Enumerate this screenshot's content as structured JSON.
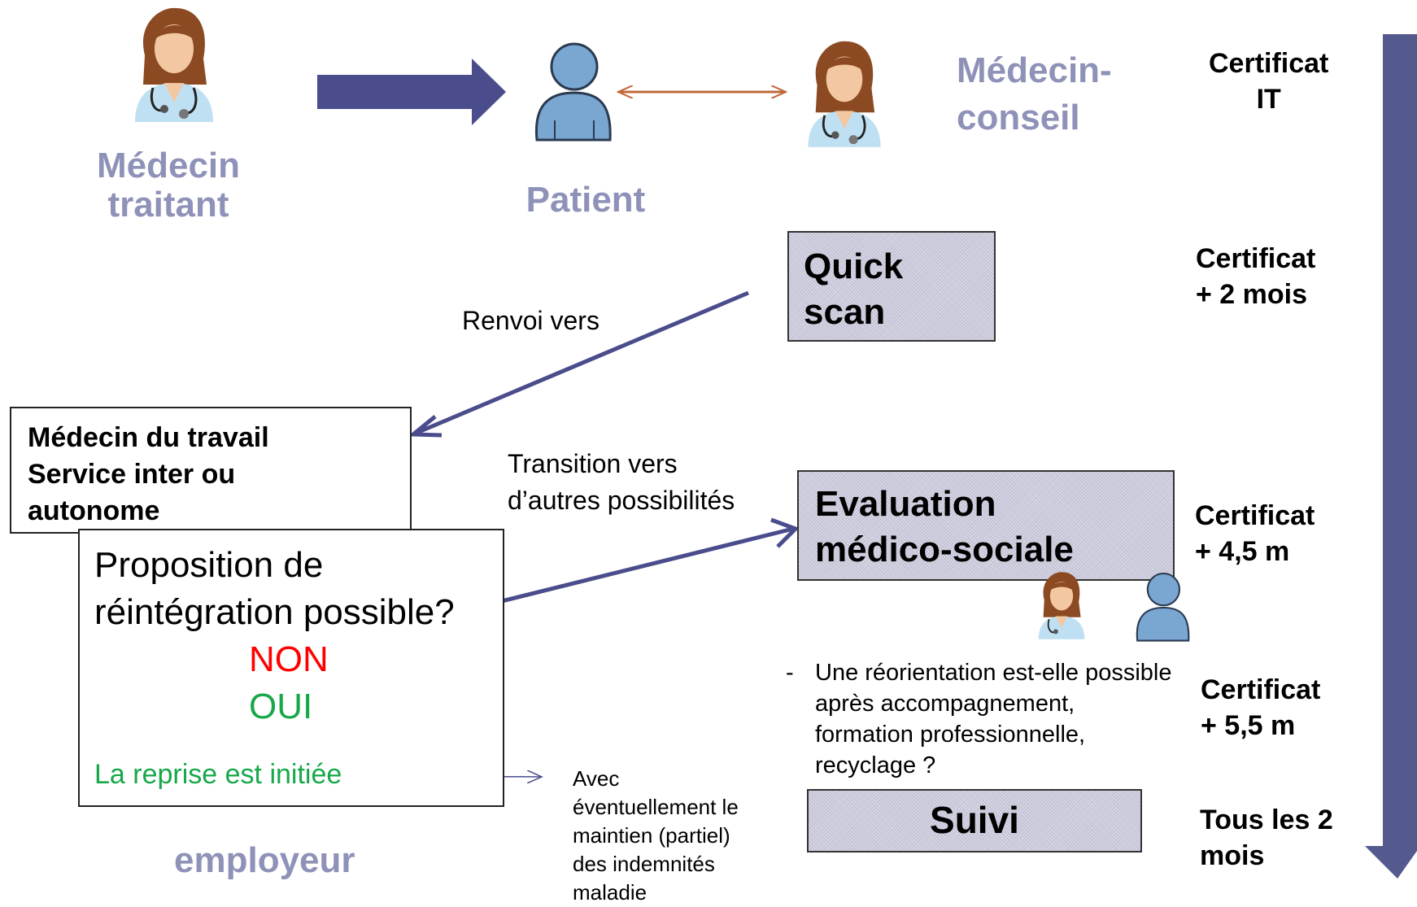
{
  "actors": {
    "medecin_traitant": {
      "line1": "Médecin",
      "line2": "traitant"
    },
    "patient": "Patient",
    "medecin_conseil": {
      "line1": "Médecin-",
      "line2": "conseil"
    },
    "employeur": "employeur"
  },
  "timeline": {
    "certificat_it": {
      "line1": "Certificat",
      "line2": "IT"
    },
    "certificat_2m": {
      "line1": "Certificat",
      "line2": "+ 2 mois"
    },
    "certificat_45m": {
      "line1": "Certificat",
      "line2": "+ 4,5 m"
    },
    "certificat_55m": {
      "line1": "Certificat",
      "line2": "+ 5,5 m"
    },
    "tous_les_2": {
      "line1": "Tous les 2",
      "line2": "mois"
    }
  },
  "boxes": {
    "quick_scan": {
      "line1": "Quick",
      "line2": "scan"
    },
    "evaluation": {
      "line1": "Evaluation",
      "line2": "médico-sociale"
    },
    "suivi": "Suivi",
    "medecin_travail": {
      "line1": "Médecin du travail",
      "line2": "Service inter ou",
      "line3": "autonome"
    },
    "proposition": {
      "line1": "Proposition de",
      "line2": "réintégration possible?",
      "non": "NON",
      "oui": "OUI",
      "reprise": "La reprise est initiée"
    }
  },
  "labels": {
    "renvoi": "Renvoi vers",
    "transition": {
      "line1": "Transition vers",
      "line2": "d’autres possibilités"
    },
    "reorientation": {
      "dash": "-",
      "line1": "Une réorientation est-elle possible",
      "line2": "après accompagnement,",
      "line3": "formation professionnelle,",
      "line4": "recyclage ?"
    },
    "avec": {
      "line1": "Avec",
      "line2": "éventuellement le",
      "line3": "maintien (partiel)",
      "line4": "des indemnités",
      "line5": "maladie"
    }
  },
  "colors": {
    "arrow_navy": "#4a4c8c",
    "arrow_orange": "#c0683a",
    "label_purple": "#8f92b8",
    "non_red": "#ff0000",
    "oui_green": "#17a84a",
    "timeline_fill": "#555a8e"
  },
  "icons": [
    "doctor-icon",
    "patient-icon"
  ]
}
